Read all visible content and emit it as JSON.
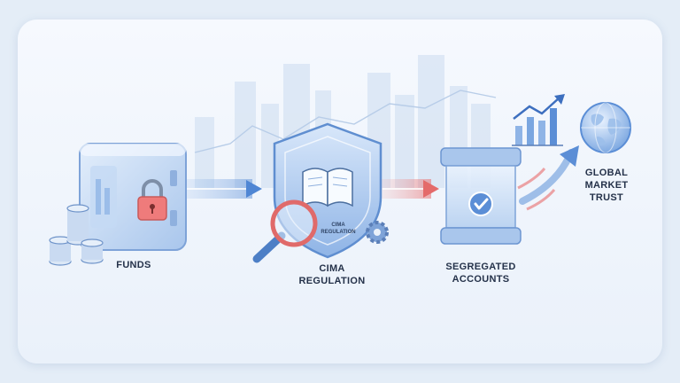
{
  "steps": [
    {
      "lines": [
        "FUNDS"
      ]
    },
    {
      "lines": [
        "CIMA",
        "REGULATION"
      ]
    },
    {
      "lines": [
        "SEGREGATED",
        "ACCOUNTS"
      ]
    },
    {
      "lines": [
        "GLOBAL",
        "MARKET",
        "TRUST"
      ]
    }
  ],
  "book_caption": {
    "line1": "CIMA",
    "line2": "REGULATION"
  },
  "colors": {
    "primary": "#5b8ed6",
    "accent_red": "#e86a6a",
    "dark_text": "#25324a",
    "glass": "#cfe0f6"
  },
  "icons": [
    "vault-icon",
    "padlock-icon",
    "coins-icon",
    "shield-icon",
    "book-icon",
    "magnifier-icon",
    "gear-icon",
    "glass-box-icon",
    "checkmark-icon",
    "growth-chart-icon",
    "globe-icon"
  ]
}
